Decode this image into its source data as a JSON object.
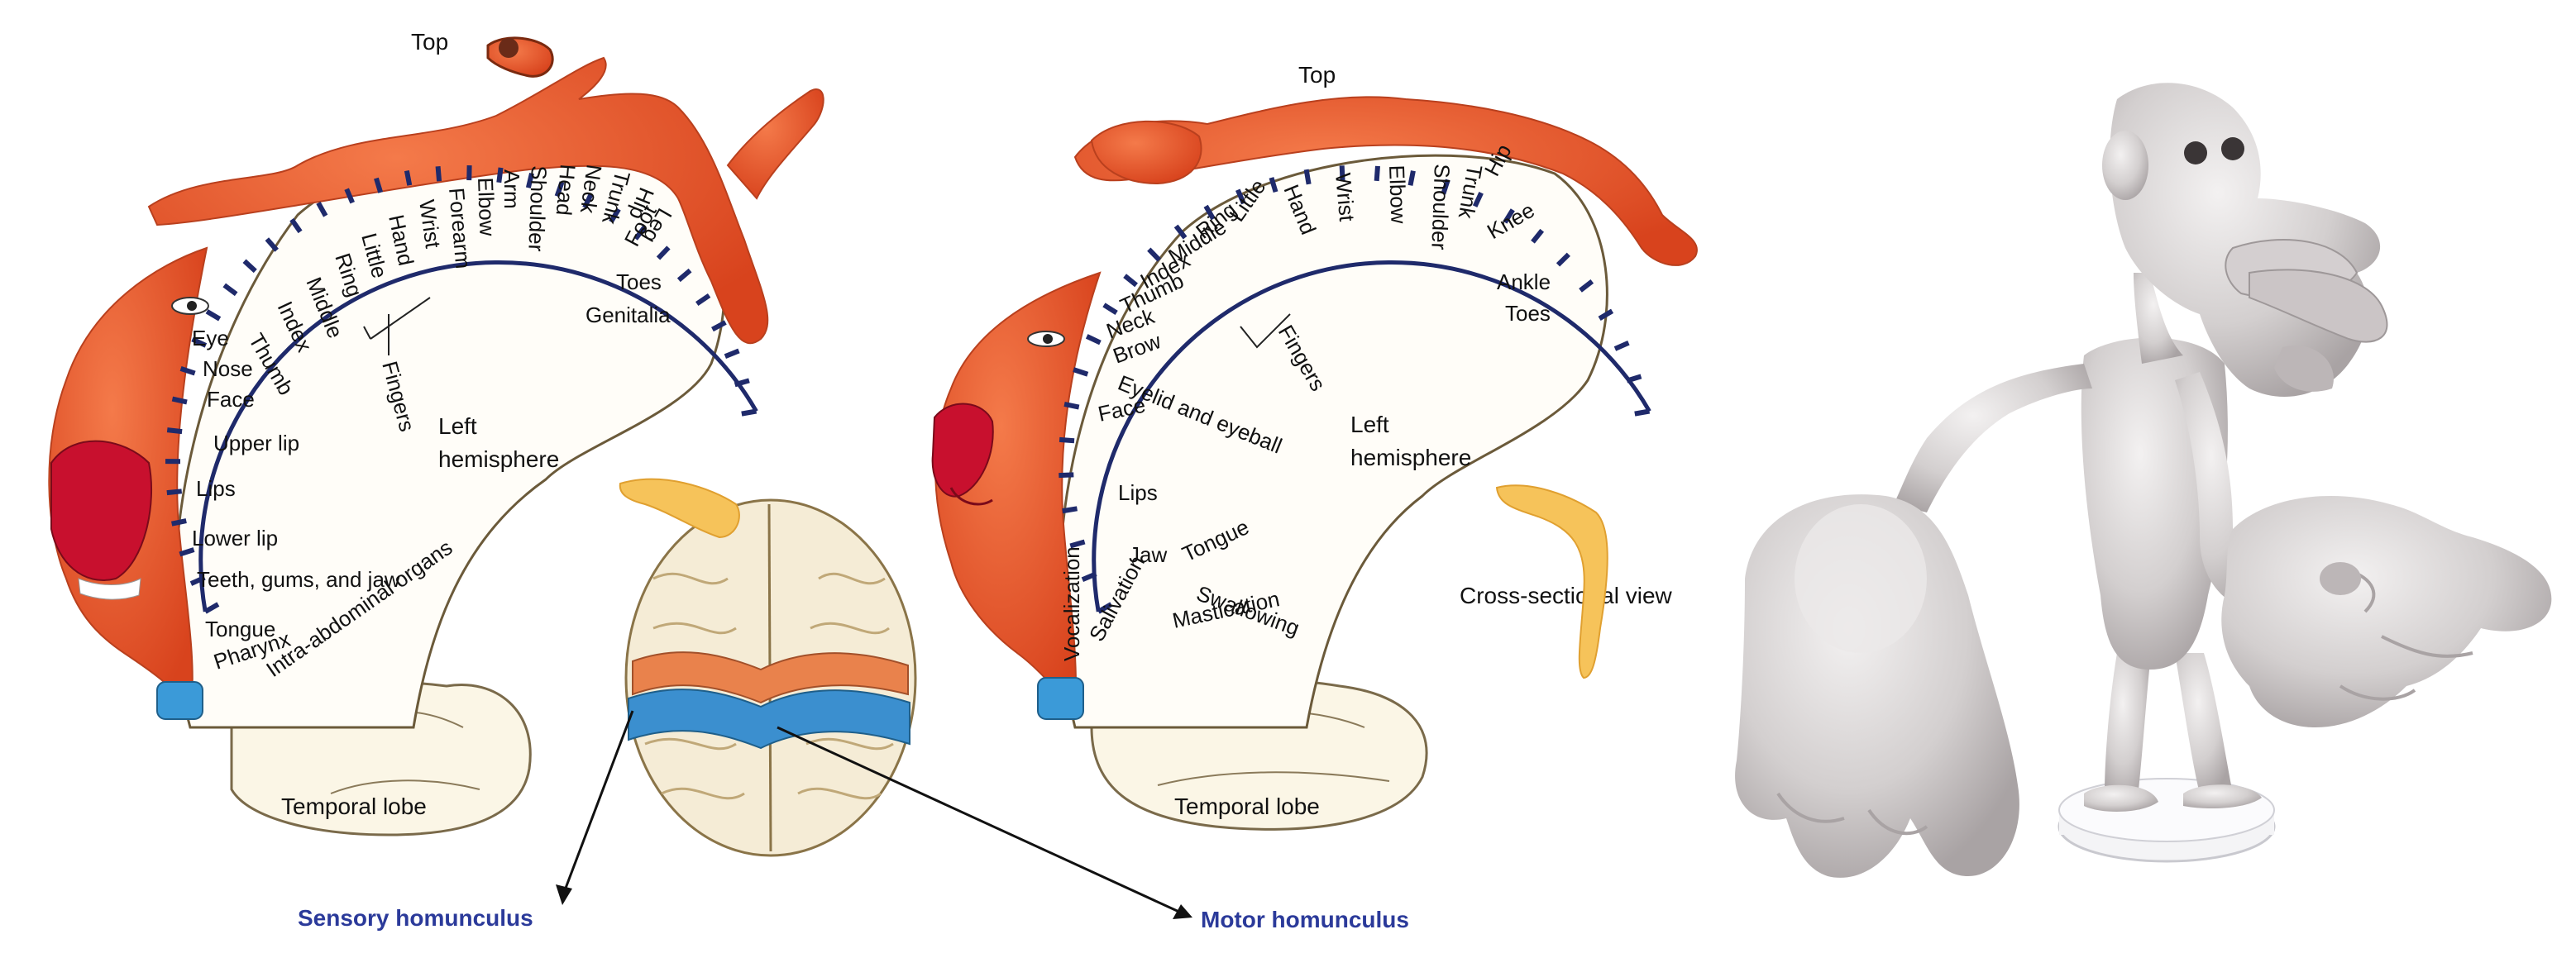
{
  "colors": {
    "skin": "#ef5a2a",
    "skin_dark": "#c9401c",
    "brain_outline": "#6b5a3a",
    "brain_fill": "#fffdf8",
    "lobe_fill": "#fbf6e6",
    "tick_blue": "#1f2a6b",
    "caption_blue": "#2b3a9a",
    "cortex_orange": "#e9824c",
    "cortex_blue": "#3b8fcf",
    "sulcus_yellow": "#f6c35a",
    "clay": "#d9d6d6"
  },
  "sensory": {
    "top_label": "Top",
    "hemisphere_label": [
      "Left",
      "hemisphere"
    ],
    "temporal_label": "Temporal lobe",
    "caption": "Sensory homunculus",
    "areas": [
      "Intra-abdominal organs",
      "Pharynx",
      "Tongue",
      "Teeth, gums, and jaw",
      "Lower lip",
      "Lips",
      "Upper lip",
      "Face",
      "Nose",
      "Eye",
      "Thumb",
      "Index",
      "Middle",
      "Ring",
      "Little",
      "Hand",
      "Wrist",
      "Forearm",
      "Elbow",
      "Arm",
      "Shoulder",
      "Head",
      "Neck",
      "Trunk",
      "Hip",
      "Leg",
      "Foot",
      "Toes",
      "Genitalia"
    ],
    "fingers_label": "Fingers"
  },
  "motor": {
    "top_label": "Top",
    "hemisphere_label": [
      "Left",
      "hemisphere"
    ],
    "cross_section_label": "Cross-sectional view",
    "temporal_label": "Temporal lobe",
    "caption": "Motor homunculus",
    "areas": [
      "Vocalization",
      "Salivation",
      "Mastication",
      "Swallowing",
      "Tongue",
      "Jaw",
      "Lips",
      "Face",
      "Eyelid and eyeball",
      "Brow",
      "Neck",
      "Thumb",
      "Index",
      "Middle",
      "Ring",
      "Little",
      "Hand",
      "Wrist",
      "Elbow",
      "Shoulder",
      "Trunk",
      "Hip",
      "Knee",
      "Ankle",
      "Toes"
    ],
    "fingers_label": "Fingers"
  },
  "sculpture": {
    "icon": "homunculus-sculpture-icon"
  }
}
